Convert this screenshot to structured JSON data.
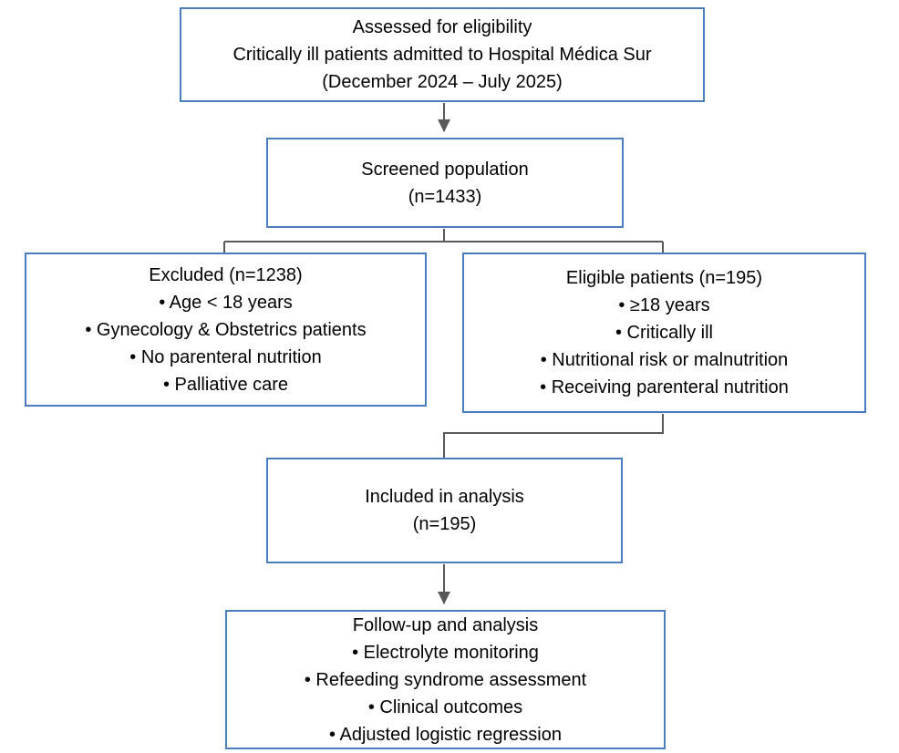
{
  "diagram": {
    "type": "patient-flow-diagram",
    "colors": {
      "box_border": "#4a7ebb",
      "connector": "#595959",
      "text": "#000000",
      "background": "#ffffff"
    },
    "boxes": [
      {
        "id": "assessed",
        "lines": [
          "Assessed for eligibility",
          "Critically ill patients admitted to Hospital Médica Sur",
          "(December 2024 – July 2025)"
        ]
      },
      {
        "id": "screened",
        "lines": [
          "Screened population",
          "(n=1433)"
        ]
      },
      {
        "id": "excluded",
        "lines": [
          "Excluded (n=1238)",
          "• Age < 18 years",
          "• Gynecology & Obstetrics patients",
          "• No parenteral nutrition",
          "• Palliative care"
        ]
      },
      {
        "id": "eligible",
        "lines": [
          "Eligible patients (n=195)",
          "• ≥18 years",
          "• Critically ill",
          "• Nutritional risk or malnutrition",
          "• Receiving parenteral nutrition"
        ]
      },
      {
        "id": "included",
        "lines": [
          "Included in analysis",
          "(n=195)"
        ]
      },
      {
        "id": "followup",
        "lines": [
          "Follow-up and analysis",
          "• Electrolyte monitoring",
          "• Refeeding syndrome assessment",
          "• Clinical outcomes",
          "• Adjusted logistic regression"
        ]
      }
    ]
  }
}
